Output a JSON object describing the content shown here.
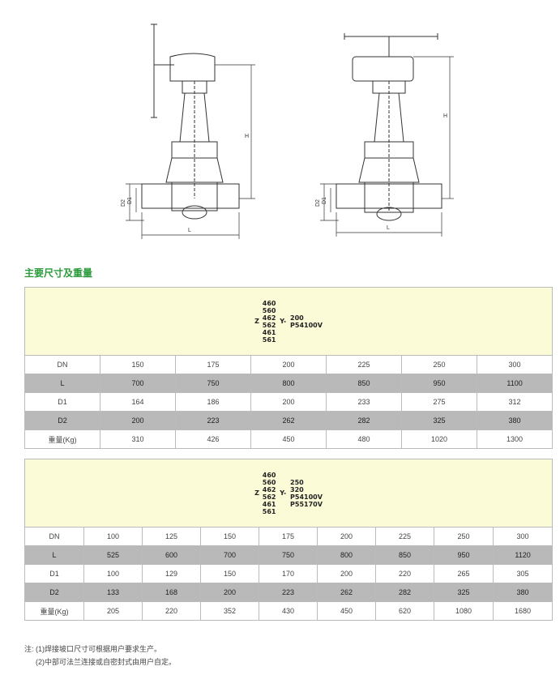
{
  "figure": {
    "left": {
      "dim_h": "H",
      "dim_l": "L",
      "dim_d1": "D1",
      "dim_d2": "D2"
    },
    "right": {
      "dim_h": "H",
      "dim_l": "L",
      "dim_d1": "D1",
      "dim_d2": "D2"
    }
  },
  "section_title": "主要尺寸及重量",
  "table1": {
    "model": {
      "z": "Z",
      "codes_top": [
        "460",
        "560",
        "462"
      ],
      "codes_bottom": [
        "562",
        "461",
        "561"
      ],
      "y": "Y-",
      "ps": [
        "200",
        "P54100V"
      ]
    },
    "rows": [
      {
        "label": "DN",
        "values": [
          "150",
          "175",
          "200",
          "225",
          "250",
          "300"
        ],
        "shaded": false
      },
      {
        "label": "L",
        "values": [
          "700",
          "750",
          "800",
          "850",
          "950",
          "1100"
        ],
        "shaded": true
      },
      {
        "label": "D1",
        "values": [
          "164",
          "186",
          "200",
          "233",
          "275",
          "312"
        ],
        "shaded": false
      },
      {
        "label": "D2",
        "values": [
          "200",
          "223",
          "262",
          "282",
          "325",
          "380"
        ],
        "shaded": true
      },
      {
        "label": "重量(Kg)",
        "values": [
          "310",
          "426",
          "450",
          "480",
          "1020",
          "1300"
        ],
        "shaded": false
      }
    ]
  },
  "table2": {
    "model": {
      "z": "Z",
      "codes_top": [
        "460",
        "560",
        "462"
      ],
      "codes_bottom": [
        "562",
        "461",
        "561"
      ],
      "y": "Y-",
      "ps": [
        "250",
        "320",
        "P54100V",
        "P55170V"
      ]
    },
    "rows": [
      {
        "label": "DN",
        "values": [
          "100",
          "125",
          "150",
          "175",
          "200",
          "225",
          "250",
          "300"
        ],
        "shaded": false
      },
      {
        "label": "L",
        "values": [
          "525",
          "600",
          "700",
          "750",
          "800",
          "850",
          "950",
          "1120"
        ],
        "shaded": true
      },
      {
        "label": "D1",
        "values": [
          "100",
          "129",
          "150",
          "170",
          "200",
          "220",
          "265",
          "305"
        ],
        "shaded": false
      },
      {
        "label": "D2",
        "values": [
          "133",
          "168",
          "200",
          "223",
          "262",
          "282",
          "325",
          "380"
        ],
        "shaded": true
      },
      {
        "label": "重量(Kg)",
        "values": [
          "205",
          "220",
          "352",
          "430",
          "450",
          "620",
          "1080",
          "1680"
        ],
        "shaded": false
      }
    ]
  },
  "notes": {
    "line1": "注: (1)焊接坡口尺寸可根据用户要求生产。",
    "line2": "(2)中部可法兰连接或自密封式由用户自定。"
  }
}
